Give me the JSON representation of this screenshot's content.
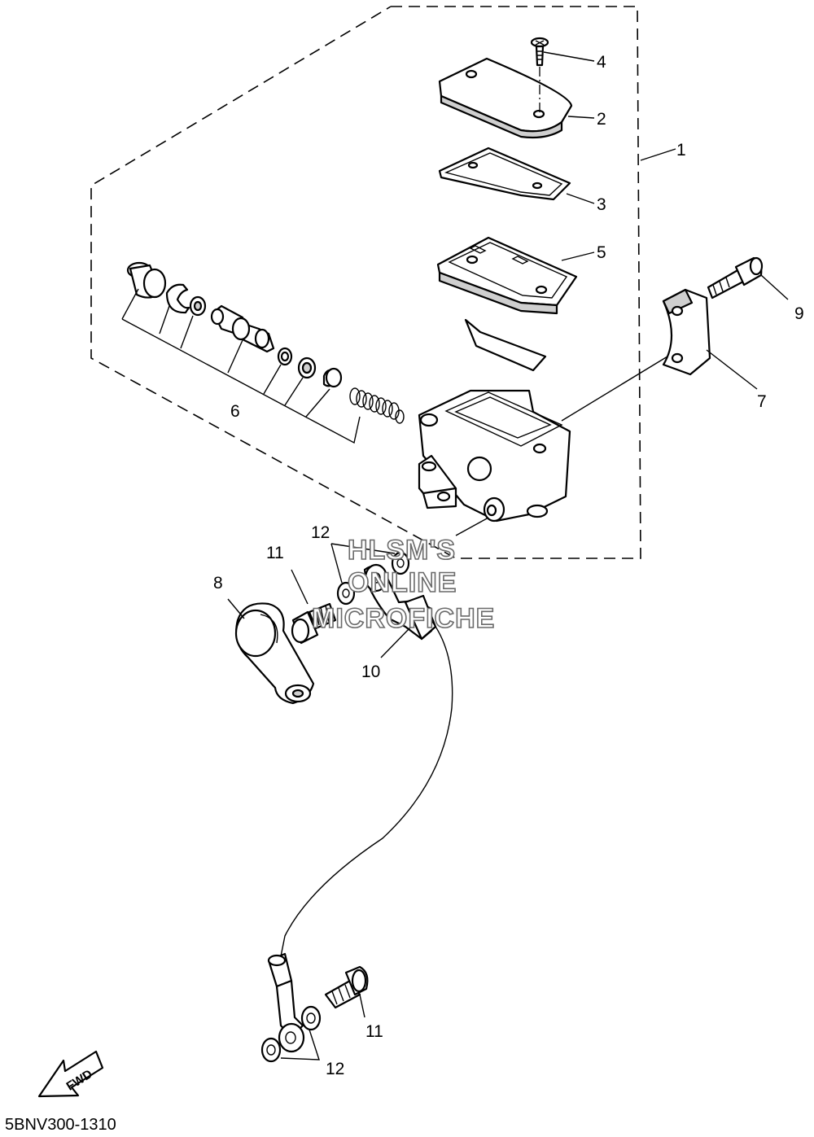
{
  "callouts": [
    {
      "id": "c1",
      "text": "1"
    },
    {
      "id": "c2",
      "text": "2"
    },
    {
      "id": "c3",
      "text": "3"
    },
    {
      "id": "c4",
      "text": "4"
    },
    {
      "id": "c5",
      "text": "5"
    },
    {
      "id": "c6",
      "text": "6"
    },
    {
      "id": "c7",
      "text": "7"
    },
    {
      "id": "c8",
      "text": "8"
    },
    {
      "id": "c9",
      "text": "9"
    },
    {
      "id": "c10",
      "text": "10"
    },
    {
      "id": "c11a",
      "text": "11"
    },
    {
      "id": "c11b",
      "text": "11"
    },
    {
      "id": "c12a",
      "text": "12"
    },
    {
      "id": "c12b",
      "text": "12"
    }
  ],
  "watermark": [
    "HLSM'S",
    "ONLINE",
    "MICROFICHE"
  ],
  "fwd_label": "FWD",
  "diagram_code": "5BNV300-1310"
}
